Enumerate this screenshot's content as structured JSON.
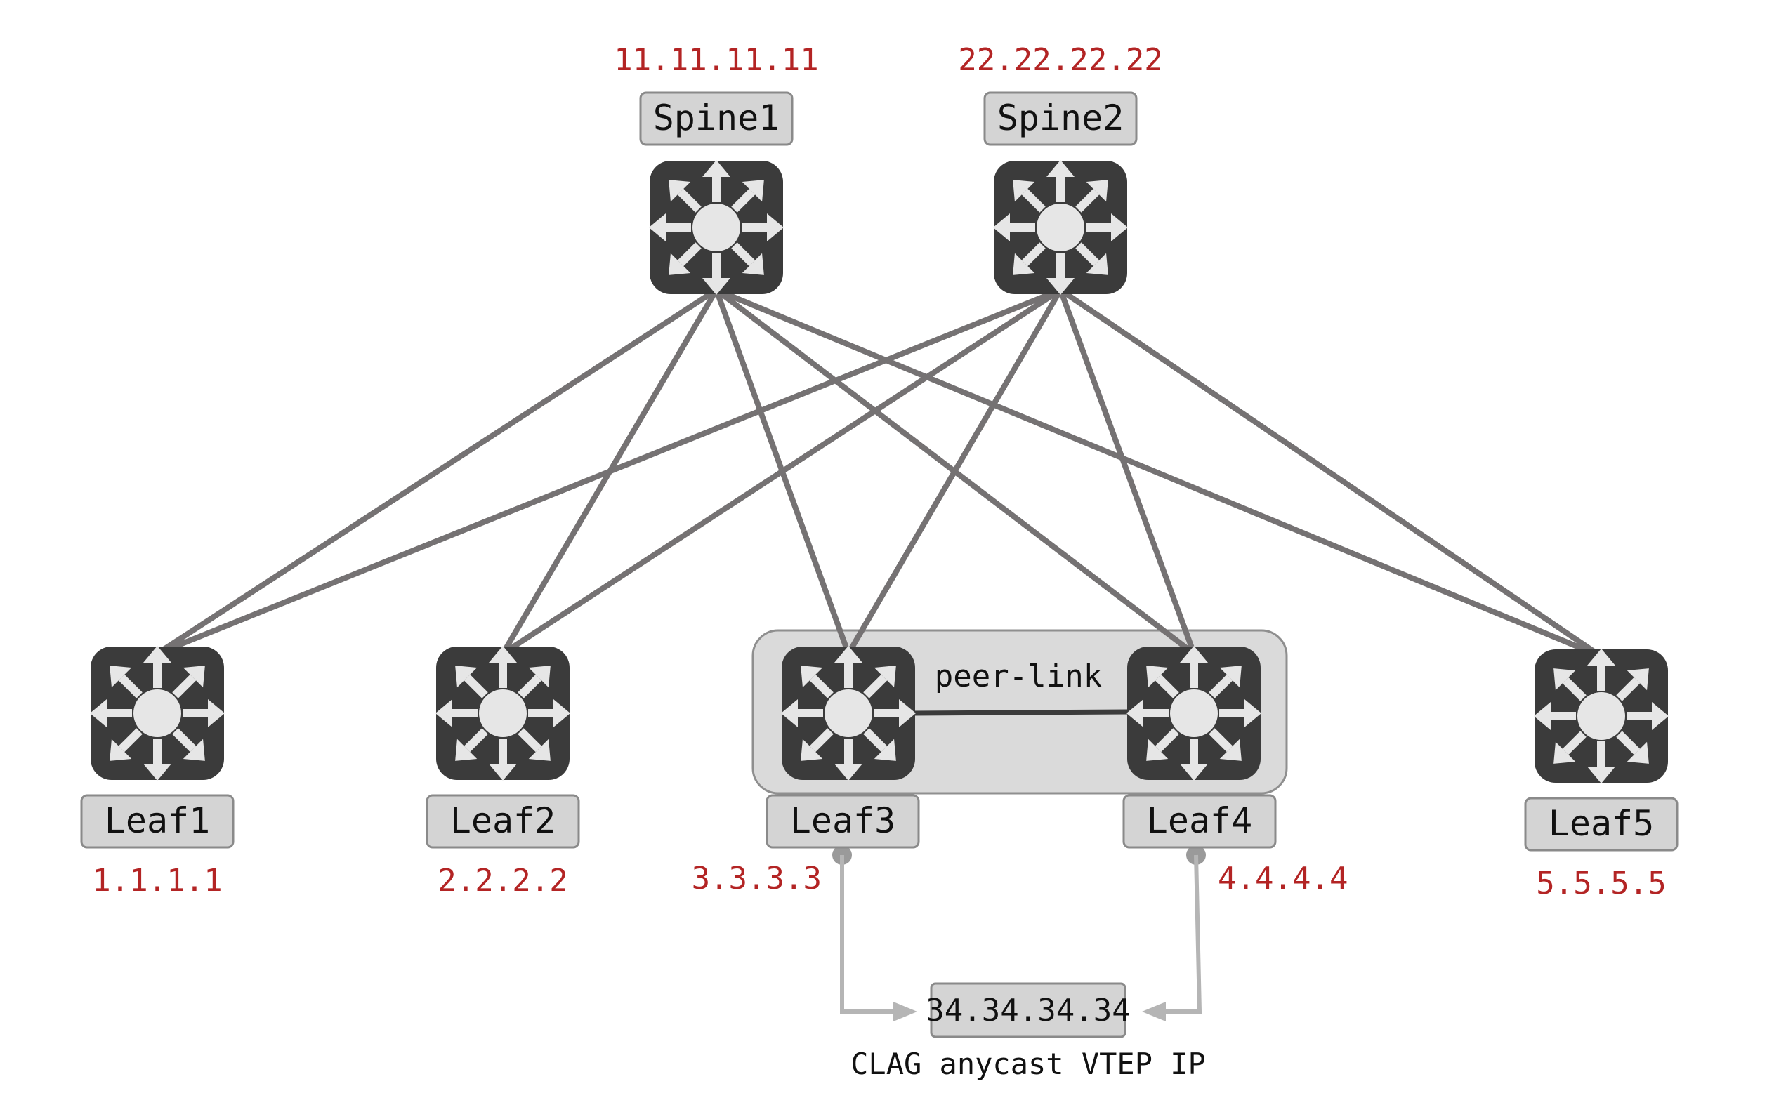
{
  "spines": [
    {
      "name": "Spine1",
      "ip": "11.11.11.11",
      "icon": "switch-icon"
    },
    {
      "name": "Spine2",
      "ip": "22.22.22.22",
      "icon": "switch-icon"
    }
  ],
  "leaves": [
    {
      "name": "Leaf1",
      "ip": "1.1.1.1",
      "icon": "switch-icon"
    },
    {
      "name": "Leaf2",
      "ip": "2.2.2.2",
      "icon": "switch-icon"
    },
    {
      "name": "Leaf3",
      "ip": "3.3.3.3",
      "icon": "switch-icon"
    },
    {
      "name": "Leaf4",
      "ip": "4.4.4.4",
      "icon": "switch-icon"
    },
    {
      "name": "Leaf5",
      "ip": "5.5.5.5",
      "icon": "switch-icon"
    }
  ],
  "links": [
    {
      "from": "Spine1",
      "to": "Leaf1"
    },
    {
      "from": "Spine1",
      "to": "Leaf2"
    },
    {
      "from": "Spine1",
      "to": "Leaf3"
    },
    {
      "from": "Spine1",
      "to": "Leaf4"
    },
    {
      "from": "Spine1",
      "to": "Leaf5"
    },
    {
      "from": "Spine2",
      "to": "Leaf1"
    },
    {
      "from": "Spine2",
      "to": "Leaf2"
    },
    {
      "from": "Spine2",
      "to": "Leaf3"
    },
    {
      "from": "Spine2",
      "to": "Leaf4"
    },
    {
      "from": "Spine2",
      "to": "Leaf5"
    }
  ],
  "clag": {
    "peer_link_label": "peer-link",
    "members": [
      "Leaf3",
      "Leaf4"
    ],
    "anycast_ip": "34.34.34.34",
    "caption": "CLAG anycast VTEP IP"
  },
  "colors": {
    "ip_text": "#b32424",
    "switch_body": "#3b3b3b",
    "link": "#757273",
    "label_box": "#d4d4d4"
  }
}
